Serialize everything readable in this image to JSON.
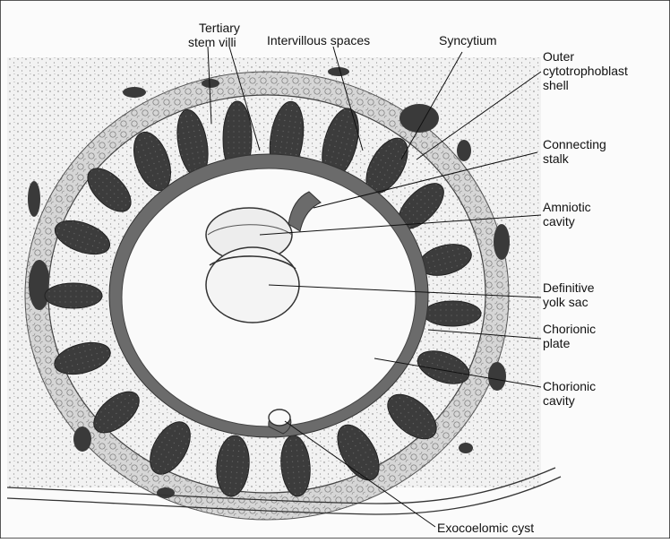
{
  "labels": {
    "tertiary_stem_villi": [
      "Tertiary",
      "stem villi"
    ],
    "intervillous_spaces": "Intervillous spaces",
    "syncytium": "Syncytium",
    "outer_shell": [
      "Outer",
      "cytotrophoblast",
      "shell"
    ],
    "connecting_stalk": [
      "Connecting",
      "stalk"
    ],
    "amniotic_cavity": [
      "Amniotic",
      "cavity"
    ],
    "definitive_yolk_sac": [
      "Definitive",
      "yolk sac"
    ],
    "chorionic_plate": [
      "Chorionic",
      "plate"
    ],
    "chorionic_cavity": [
      "Chorionic",
      "cavity"
    ],
    "exocoelomic_cyst": "Exocoelomic cyst"
  },
  "colors": {
    "villus_dark": "#3a3a3a",
    "chorionic_plate": "#6b6b6b",
    "shell": "#d2d2d2",
    "stipple_bg": "#ececec"
  }
}
